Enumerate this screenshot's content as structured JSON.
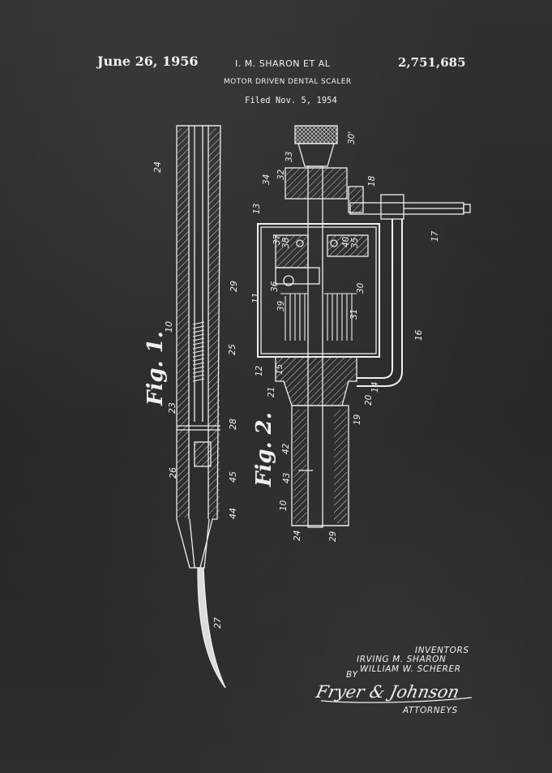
{
  "header": {
    "date": "June 26, 1956",
    "inventor_short": "I. M. SHARON  ET AL",
    "patent_number": "2,751,685",
    "title": "MOTOR DRIVEN DENTAL SCALER",
    "filed": "Filed Nov. 5, 1954"
  },
  "figures": {
    "fig1": "Fig. 1.",
    "fig2": "Fig. 2.",
    "fig1_refs": [
      "24",
      "29",
      "10",
      "25",
      "23",
      "28",
      "26",
      "45",
      "44",
      "27"
    ],
    "fig2_refs": [
      "30'",
      "33",
      "32",
      "34",
      "13",
      "18",
      "17",
      "37",
      "38",
      "40",
      "35",
      "36",
      "11",
      "39",
      "30",
      "31",
      "16",
      "12",
      "15",
      "21",
      "14",
      "20",
      "19",
      "42",
      "43",
      "10",
      "24",
      "29"
    ]
  },
  "footer": {
    "inventors_label": "INVENTORS",
    "inventor_1": "IRVING M. SHARON",
    "by": "BY",
    "inventor_2": "WILLIAM W. SCHERER",
    "signature": "Fryer & Johnson",
    "attorneys": "ATTORNEYS"
  },
  "colors": {
    "background": "#2b2b2b",
    "ink": "#f2f2f2"
  }
}
